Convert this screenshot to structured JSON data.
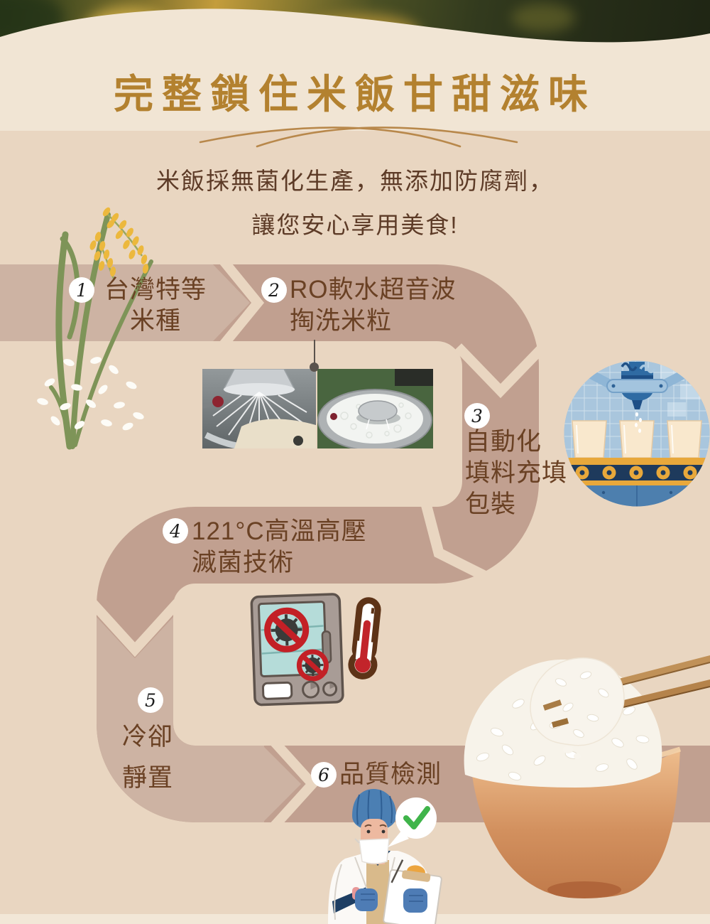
{
  "header": {
    "title": "完整鎖住米飯甘甜滋味",
    "subtitle_line1": "米飯採無菌化生產，無添加防腐劑，",
    "subtitle_line2": "讓您安心享用美食!"
  },
  "steps": [
    {
      "number": "1",
      "lines": [
        "台灣特等",
        "米種"
      ]
    },
    {
      "number": "2",
      "lines": [
        "RO軟水超音波",
        "掏洗米粒"
      ]
    },
    {
      "number": "3",
      "lines": [
        "自動化",
        "填料充填",
        "包裝"
      ]
    },
    {
      "number": "4",
      "lines": [
        "121°C高溫高壓",
        "滅菌技術"
      ]
    },
    {
      "number": "5",
      "lines": [
        "冷卻",
        "靜置"
      ]
    },
    {
      "number": "6",
      "lines": [
        "品質檢測"
      ]
    }
  ],
  "colors": {
    "background": "#e9d6c1",
    "band_dark": "#c1a090",
    "band_light": "#cdb3a3",
    "title_gold": "#b3812f",
    "text_brown": "#6a4124",
    "prohibition_red": "#c3242b",
    "check_green": "#3fb44a",
    "machine_blue": "#7fa9d0"
  }
}
